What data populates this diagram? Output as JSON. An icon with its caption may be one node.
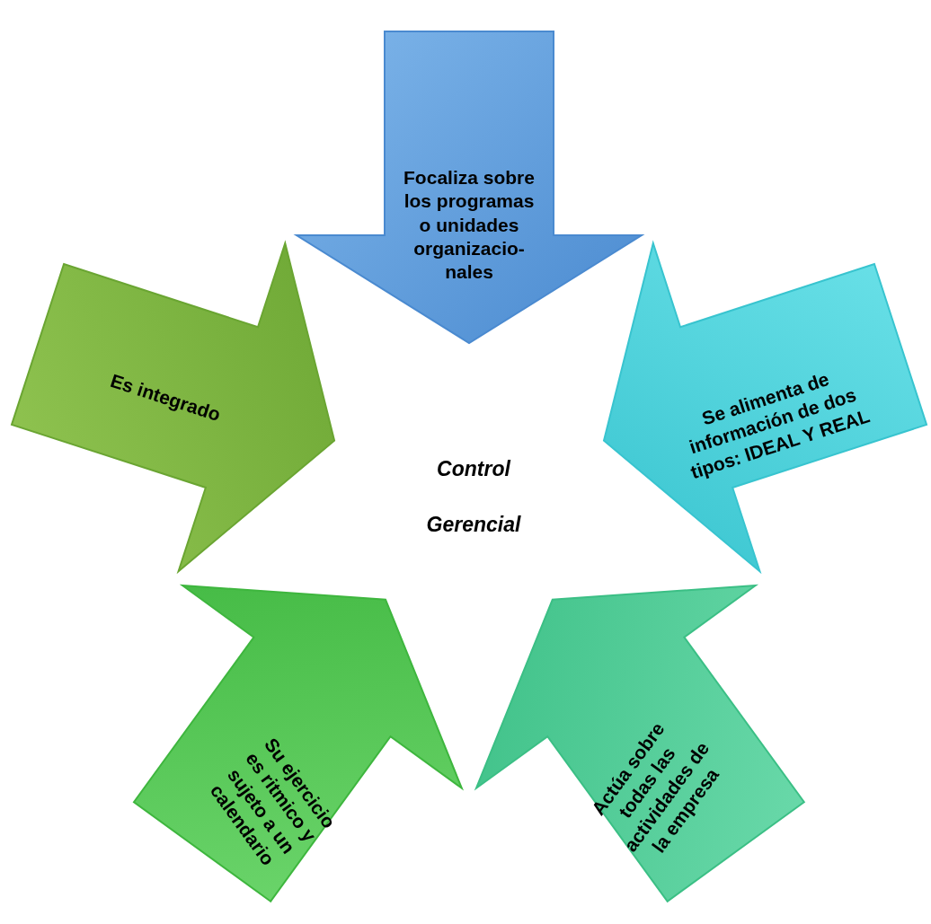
{
  "diagram": {
    "nodes": [
      {
        "text": [
          "Focaliza sobre los programas o unidades organizacio-nales"
        ]
      },
      {
        "text": [
          "Se alimenta de información de dos tipos: IDEAL Y REAL"
        ]
      },
      {
        "text": [
          "Actúa sobre todas las actividades de la empresa"
        ]
      },
      {
        "text": [
          "Su ejercicio es ritmico y sujeto a un calendario"
        ]
      },
      {
        "text": [
          "Es integrado"
        ]
      }
    ],
    "labels": [
      "Control",
      "Gerencial"
    ]
  }
}
